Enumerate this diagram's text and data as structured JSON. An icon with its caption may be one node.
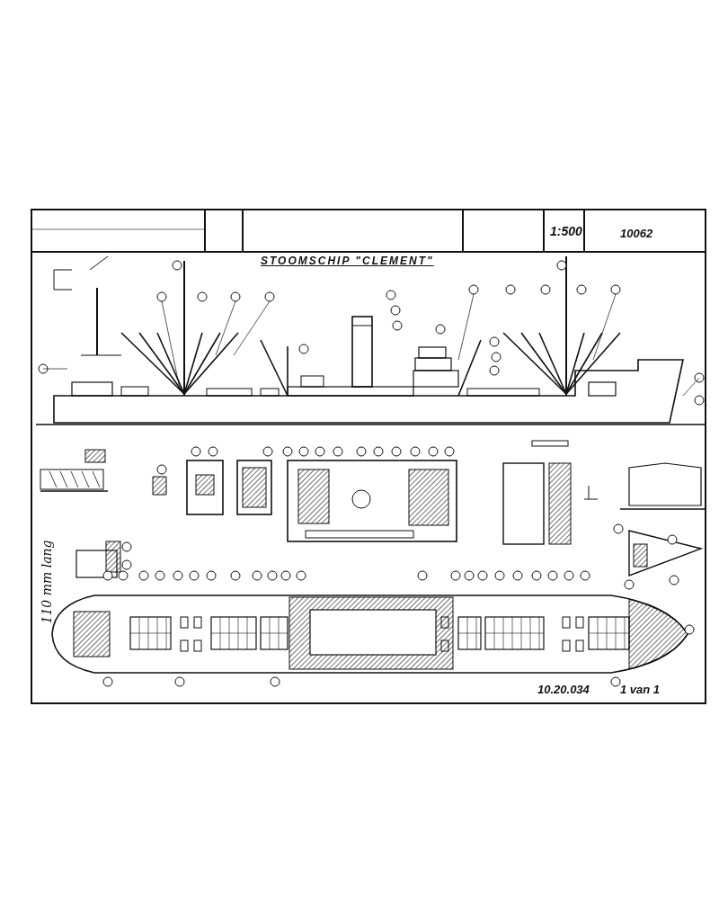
{
  "diagram": {
    "title": "STOOMSCHIP \"CLEMENT\"",
    "labels": [
      "1:500",
      "10062",
      "110 mm lang",
      "10.20.034",
      "1 van 1"
    ]
  }
}
